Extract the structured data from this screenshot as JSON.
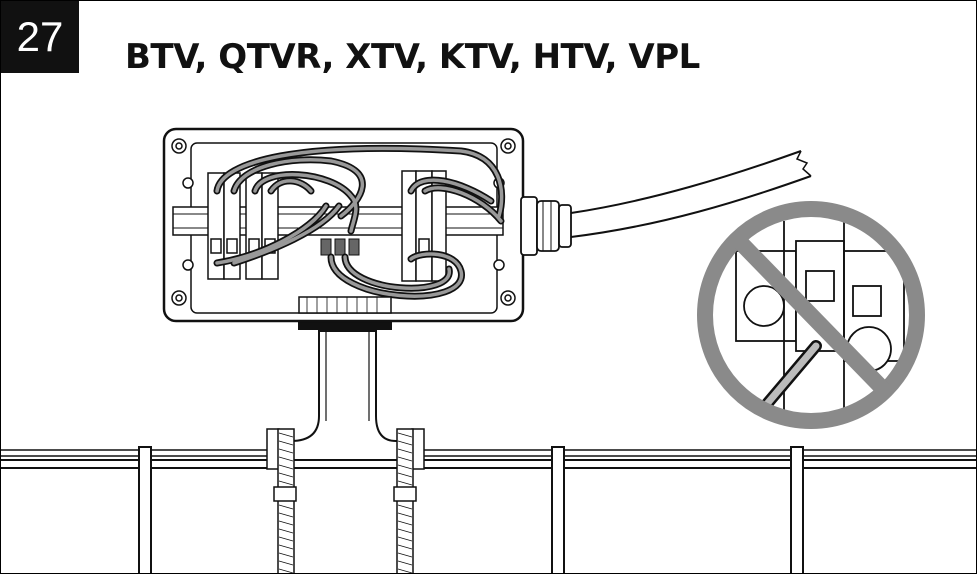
{
  "step": {
    "number": "27"
  },
  "heading": {
    "title": "BTV, QTVR, XTV, KTV, HTV, VPL"
  },
  "icons": {
    "junction_box": "junction-box-illustration",
    "prohibition": "no-symbol-icon",
    "cable": "heating-cable",
    "pipe": "pipe"
  },
  "colors": {
    "ink": "#111111",
    "wire_gray": "#888888",
    "prohibition_gray": "#8a8a8a",
    "background": "#ffffff"
  }
}
